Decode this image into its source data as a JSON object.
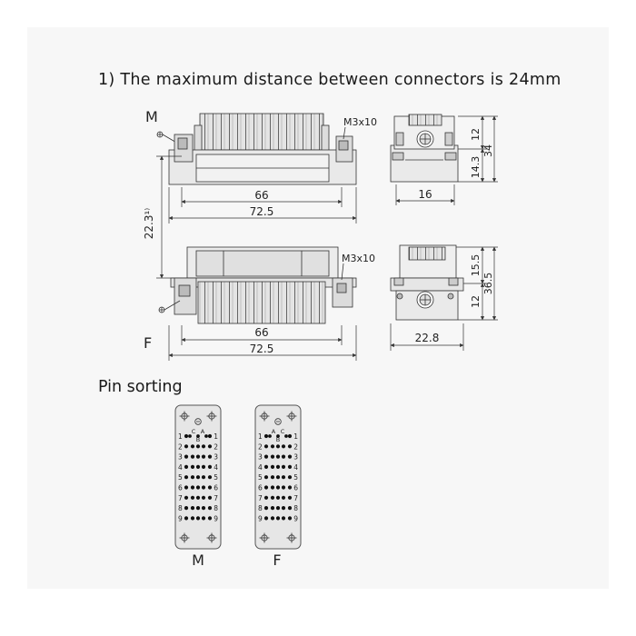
{
  "heading": "1) The maximum distance between connectors is 24mm",
  "section_title": "Pin sorting",
  "male": {
    "label": "M",
    "screw_label": "M3x10",
    "dim_length_inner": "66",
    "dim_length_outer": "72.5",
    "dim_width": "16",
    "dim_height_top": "12",
    "dim_height_bottom": "14.3",
    "dim_height_total": "34"
  },
  "female": {
    "label": "F",
    "screw_label": "M3x10",
    "dim_length_inner": "66",
    "dim_length_outer": "72.5",
    "dim_width": "22.8",
    "dim_height_top": "15.5",
    "dim_height_bottom": "12",
    "dim_height_total": "36.5"
  },
  "dim_gap": "22.3¹⁾",
  "pin_sorting": {
    "male": {
      "label": "M",
      "top_letters": [
        "C",
        "A"
      ],
      "bottom_letter": "B",
      "rows": [
        "1",
        "2",
        "3",
        "4",
        "5",
        "6",
        "7",
        "8",
        "9"
      ]
    },
    "female": {
      "label": "F",
      "top_letters": [
        "A",
        "C"
      ],
      "bottom_letter": "B",
      "rows": [
        "1",
        "2",
        "3",
        "4",
        "5",
        "6",
        "7",
        "8",
        "9"
      ]
    }
  }
}
